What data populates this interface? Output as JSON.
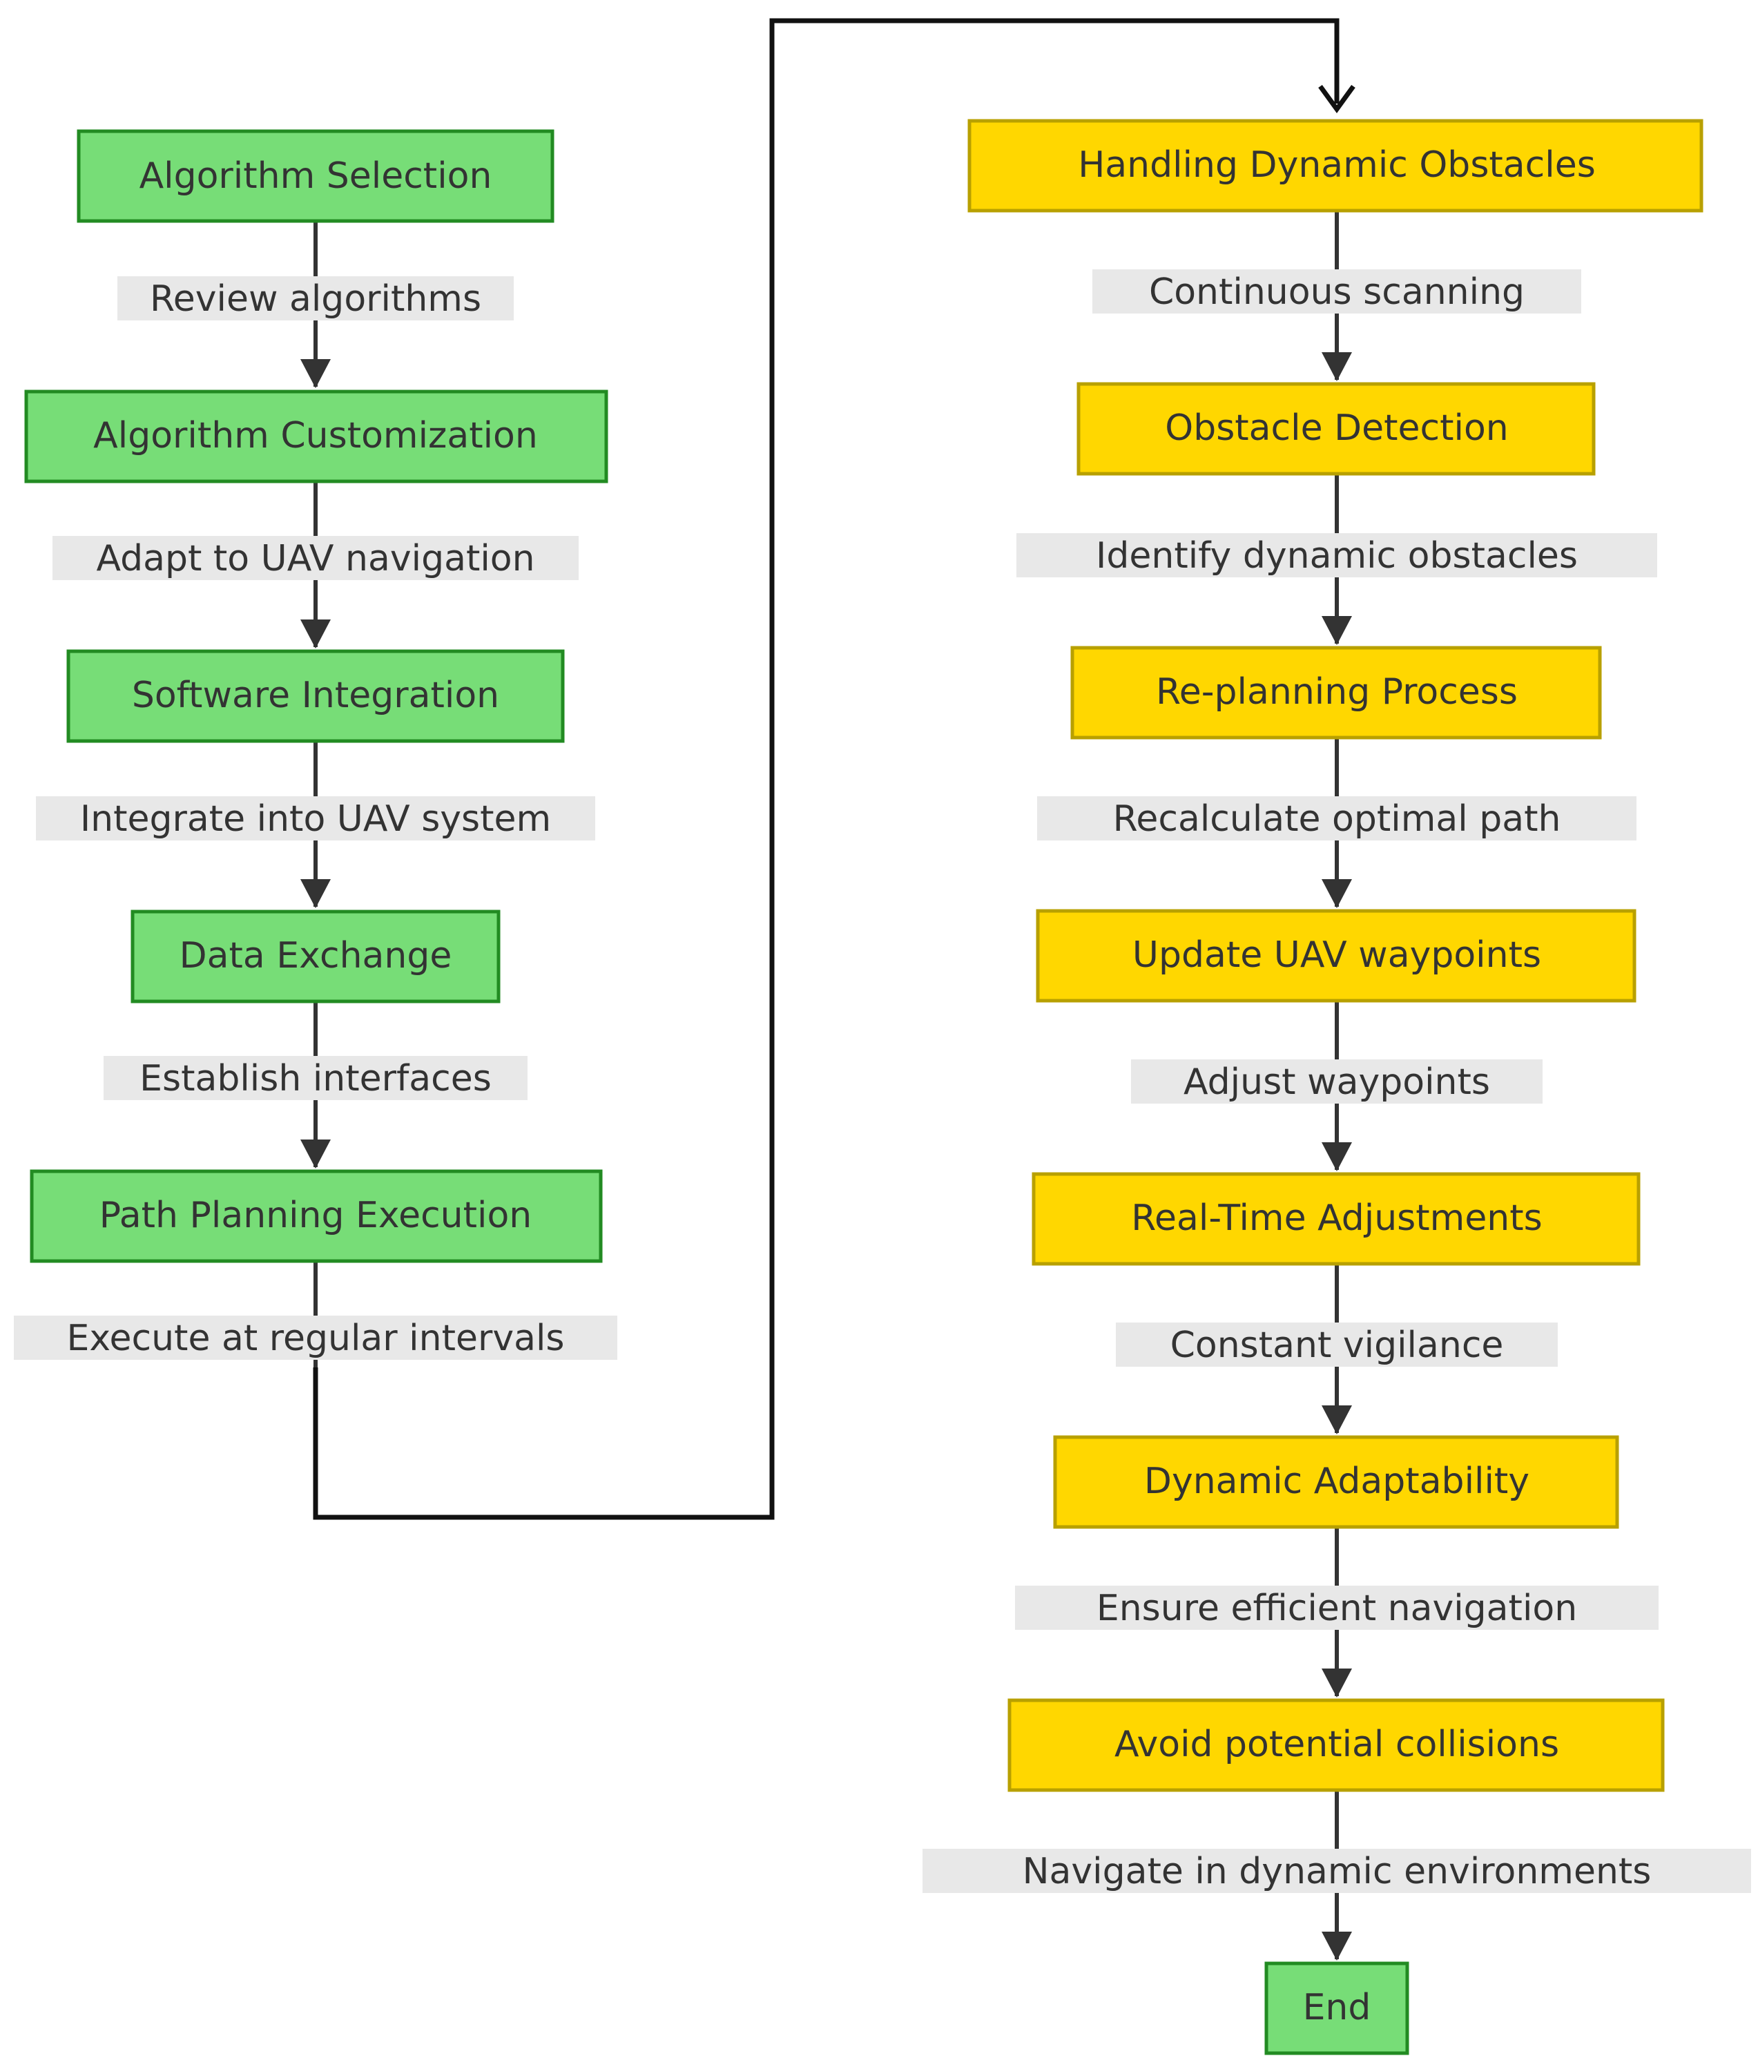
{
  "colors": {
    "green_fill": "#77dd77",
    "green_border": "#228b22",
    "yellow_fill": "#ffd700",
    "yellow_border": "#b8a000",
    "edge_label_bg": "#e8e8e8",
    "text": "#333333"
  },
  "left_column": {
    "nodes": [
      {
        "id": "algorithm-selection",
        "label": "Algorithm Selection"
      },
      {
        "id": "algorithm-customization",
        "label": "Algorithm Customization"
      },
      {
        "id": "software-integration",
        "label": "Software Integration"
      },
      {
        "id": "data-exchange",
        "label": "Data Exchange"
      },
      {
        "id": "path-planning-execution",
        "label": "Path Planning Execution"
      }
    ],
    "edges": [
      {
        "label": "Review algorithms"
      },
      {
        "label": "Adapt to UAV navigation"
      },
      {
        "label": "Integrate into UAV system"
      },
      {
        "label": "Establish interfaces"
      },
      {
        "label": "Execute at regular intervals"
      }
    ]
  },
  "right_column": {
    "nodes": [
      {
        "id": "handling-dynamic-obstacles",
        "label": "Handling Dynamic Obstacles",
        "color": "yellow"
      },
      {
        "id": "obstacle-detection",
        "label": "Obstacle Detection",
        "color": "yellow"
      },
      {
        "id": "re-planning-process",
        "label": "Re-planning Process",
        "color": "yellow"
      },
      {
        "id": "update-uav-waypoints",
        "label": "Update UAV waypoints",
        "color": "yellow"
      },
      {
        "id": "real-time-adjustments",
        "label": "Real-Time Adjustments",
        "color": "yellow"
      },
      {
        "id": "dynamic-adaptability",
        "label": "Dynamic Adaptability",
        "color": "yellow"
      },
      {
        "id": "avoid-potential-collisions",
        "label": "Avoid potential collisions",
        "color": "yellow"
      },
      {
        "id": "end",
        "label": "End",
        "color": "green"
      }
    ],
    "edges": [
      {
        "label": "Continuous scanning"
      },
      {
        "label": "Identify dynamic obstacles"
      },
      {
        "label": "Recalculate optimal path"
      },
      {
        "label": "Adjust waypoints"
      },
      {
        "label": "Constant vigilance"
      },
      {
        "label": "Ensure efficient navigation"
      },
      {
        "label": "Navigate in dynamic environments"
      }
    ]
  }
}
